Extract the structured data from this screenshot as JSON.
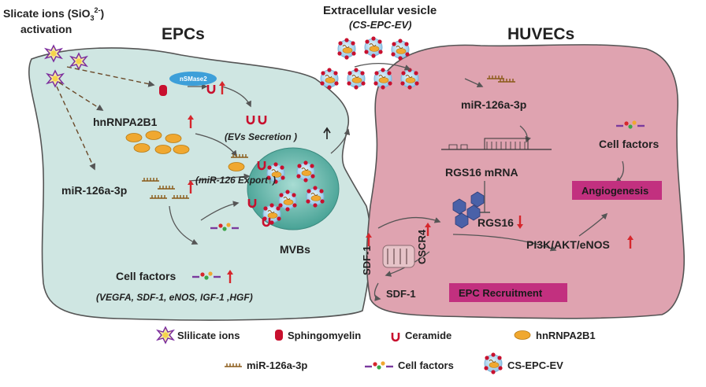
{
  "activation": {
    "line1": "Slicate ions (SiO",
    "sub": "3",
    "sup": "2-",
    "tail": ")",
    "line2": "activation"
  },
  "epcs": {
    "title": "EPCs",
    "nsmase2": "nSMase2",
    "hnrnpa2b1": "hnRNPA2B1",
    "evs_secretion": "(EVs Secretion )",
    "mir126_export": "(miR-126 Export↑)",
    "mir126a": "miR-126a-3p",
    "cell_factors": "Cell factors",
    "factor_list": "(VEGFA, SDF-1, eNOS, IGF-1 ,HGF)",
    "mvbs": "MVBs"
  },
  "ev": {
    "title": "Extracellular vesicle",
    "subtitle": "(CS-EPC-EV)"
  },
  "huvecs": {
    "title": "HUVECs",
    "mir126a": "miR-126a-3p",
    "cell_factors": "Cell factors",
    "rgs16_mrna": "RGS16 mRNA",
    "rgs16": "RGS16",
    "angiogenesis": "Angiogenesis",
    "pi3k": "PI3K/AKT/eNOS",
    "cscr4": "CSCR4",
    "sdf1_vertical": "SDF-1",
    "sdf1_bottom": "SDF-1",
    "epc_recruitment": "EPC Recruitment"
  },
  "legend": {
    "silicate": "Slilicate ions",
    "sphingomyelin": "Sphingomyelin",
    "ceramide": "Ceramide",
    "hnrnpa2b1": "hnRNPA2B1",
    "mirna": "miR-126a-3p",
    "cell_factors": "Cell factors",
    "cs_epc_ev": "CS-EPC-EV"
  },
  "colors": {
    "epc_fill": "#cfe6e2",
    "huvec_fill": "#dfa3b0",
    "mvb_fill": "#5fb5a9",
    "up_arrow": "#d6262c",
    "ceramide": "#c8102e",
    "hnrnp": "#f0a830",
    "nsmase": "#3d9fd9",
    "magenta_box": "#c2307f",
    "rgs_hex": "#4a61a8"
  }
}
